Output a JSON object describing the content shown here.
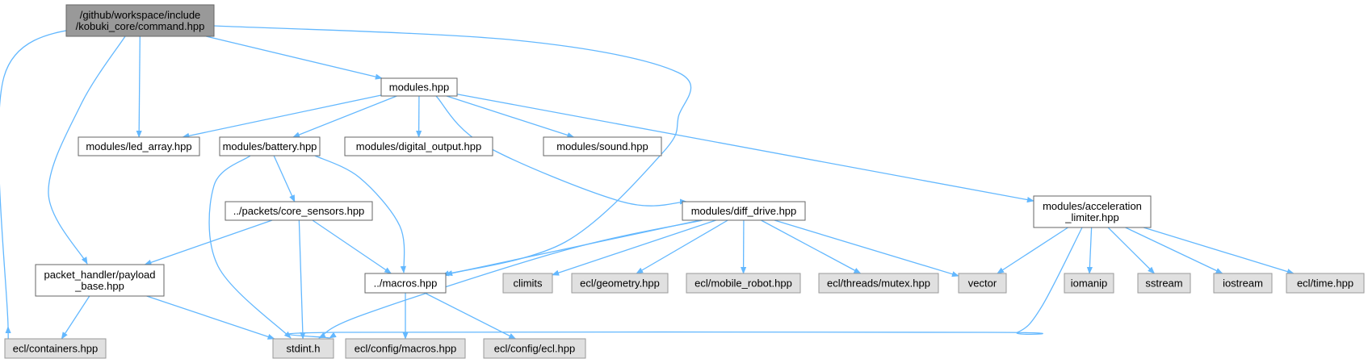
{
  "diagram": {
    "colors": {
      "root_fill": "#999999",
      "root_stroke": "#666666",
      "local_fill": "#ffffff",
      "local_stroke": "#666666",
      "external_fill": "#e0e0e0",
      "external_stroke": "#999999",
      "edge": "#63b8ff"
    },
    "nodes": [
      {
        "id": "root",
        "kind": "root",
        "lines": [
          "/github/workspace/include",
          "/kobuki_core/command.hpp"
        ]
      },
      {
        "id": "modules",
        "kind": "local",
        "lines": [
          "modules.hpp"
        ]
      },
      {
        "id": "led_array",
        "kind": "local",
        "lines": [
          "modules/led_array.hpp"
        ]
      },
      {
        "id": "battery",
        "kind": "local",
        "lines": [
          "modules/battery.hpp"
        ]
      },
      {
        "id": "digital_output",
        "kind": "local",
        "lines": [
          "modules/digital_output.hpp"
        ]
      },
      {
        "id": "sound",
        "kind": "local",
        "lines": [
          "modules/sound.hpp"
        ]
      },
      {
        "id": "diff_drive",
        "kind": "local",
        "lines": [
          "modules/diff_drive.hpp"
        ]
      },
      {
        "id": "accel_limiter",
        "kind": "local",
        "lines": [
          "modules/acceleration",
          "_limiter.hpp"
        ]
      },
      {
        "id": "core_sensors",
        "kind": "local",
        "lines": [
          "../packets/core_sensors.hpp"
        ]
      },
      {
        "id": "payload_base",
        "kind": "local",
        "lines": [
          "packet_handler/payload",
          "_base.hpp"
        ]
      },
      {
        "id": "macros",
        "kind": "local",
        "lines": [
          "../macros.hpp"
        ]
      },
      {
        "id": "climits",
        "kind": "external",
        "lines": [
          "climits"
        ]
      },
      {
        "id": "ecl_geometry",
        "kind": "external",
        "lines": [
          "ecl/geometry.hpp"
        ]
      },
      {
        "id": "ecl_mobile_robot",
        "kind": "external",
        "lines": [
          "ecl/mobile_robot.hpp"
        ]
      },
      {
        "id": "ecl_threads_mutex",
        "kind": "external",
        "lines": [
          "ecl/threads/mutex.hpp"
        ]
      },
      {
        "id": "vector",
        "kind": "external",
        "lines": [
          "vector"
        ]
      },
      {
        "id": "iomanip",
        "kind": "external",
        "lines": [
          "iomanip"
        ]
      },
      {
        "id": "sstream",
        "kind": "external",
        "lines": [
          "sstream"
        ]
      },
      {
        "id": "iostream",
        "kind": "external",
        "lines": [
          "iostream"
        ]
      },
      {
        "id": "ecl_time",
        "kind": "external",
        "lines": [
          "ecl/time.hpp"
        ]
      },
      {
        "id": "ecl_containers",
        "kind": "external",
        "lines": [
          "ecl/containers.hpp"
        ]
      },
      {
        "id": "stdint",
        "kind": "external",
        "lines": [
          "stdint.h"
        ]
      },
      {
        "id": "ecl_config_macros",
        "kind": "external",
        "lines": [
          "ecl/config/macros.hpp"
        ]
      },
      {
        "id": "ecl_config_ecl",
        "kind": "external",
        "lines": [
          "ecl/config/ecl.hpp"
        ]
      }
    ],
    "edges": [
      {
        "from": "root",
        "to": "modules"
      },
      {
        "from": "root",
        "to": "led_array"
      },
      {
        "from": "root",
        "to": "payload_base"
      },
      {
        "from": "root",
        "to": "ecl_containers"
      },
      {
        "from": "root",
        "to": "macros"
      },
      {
        "from": "modules",
        "to": "led_array"
      },
      {
        "from": "modules",
        "to": "battery"
      },
      {
        "from": "modules",
        "to": "digital_output"
      },
      {
        "from": "modules",
        "to": "sound"
      },
      {
        "from": "modules",
        "to": "diff_drive"
      },
      {
        "from": "modules",
        "to": "accel_limiter"
      },
      {
        "from": "battery",
        "to": "core_sensors"
      },
      {
        "from": "battery",
        "to": "macros"
      },
      {
        "from": "battery",
        "to": "stdint"
      },
      {
        "from": "core_sensors",
        "to": "payload_base"
      },
      {
        "from": "core_sensors",
        "to": "macros"
      },
      {
        "from": "core_sensors",
        "to": "stdint"
      },
      {
        "from": "payload_base",
        "to": "ecl_containers"
      },
      {
        "from": "payload_base",
        "to": "stdint"
      },
      {
        "from": "macros",
        "to": "ecl_config_macros"
      },
      {
        "from": "macros",
        "to": "ecl_config_ecl"
      },
      {
        "from": "diff_drive",
        "to": "macros"
      },
      {
        "from": "diff_drive",
        "to": "stdint"
      },
      {
        "from": "diff_drive",
        "to": "climits"
      },
      {
        "from": "diff_drive",
        "to": "ecl_geometry"
      },
      {
        "from": "diff_drive",
        "to": "ecl_mobile_robot"
      },
      {
        "from": "diff_drive",
        "to": "ecl_threads_mutex"
      },
      {
        "from": "diff_drive",
        "to": "vector"
      },
      {
        "from": "accel_limiter",
        "to": "vector"
      },
      {
        "from": "accel_limiter",
        "to": "stdint"
      },
      {
        "from": "accel_limiter",
        "to": "iomanip"
      },
      {
        "from": "accel_limiter",
        "to": "sstream"
      },
      {
        "from": "accel_limiter",
        "to": "iostream"
      },
      {
        "from": "accel_limiter",
        "to": "ecl_time"
      }
    ]
  }
}
